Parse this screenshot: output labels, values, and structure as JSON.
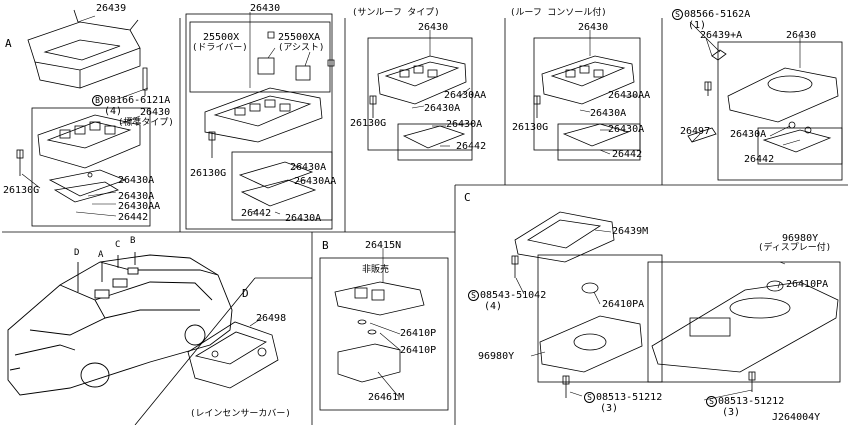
{
  "sections": {
    "a": "A",
    "b": "B",
    "c": "C",
    "d": "D"
  },
  "car_labels": {
    "d": "D",
    "a": "A",
    "c": "C",
    "b": "B"
  },
  "parts": {
    "p26439_a": "26439",
    "p08166": "08166-6121A",
    "p08166_qty": "(4)",
    "p26430_a": "26430",
    "p26430_a_note": "(標準タイプ)",
    "p26130g_a": "26130G",
    "p26430a_a": "26430A",
    "p26430a_a2": "26430A",
    "p26430aa_a": "26430AA",
    "p26442_a": "26442",
    "p26430_m": "26430",
    "p25500x": "25500X",
    "p25500x_note": "(ドライバー)",
    "p25500xa": "25500XA",
    "p25500xa_note": "(アシスト)",
    "p26130g_m": "26130G",
    "p26430a_m": "26430A",
    "p26430aa_m": "26430AA",
    "p26442_m": "26442",
    "p26430a_m2": "26430A",
    "sunroof_heading": "(サンルーフ タイプ)",
    "p26430_s": "26430",
    "p26430aa_s": "26430AA",
    "p26430a_s": "26430A",
    "p26130g_s": "26130G",
    "p26430a_s2": "26430A",
    "p26442_s": "26442",
    "console_heading": "(ルーフ コンソール付)",
    "p26430_c": "26430",
    "p26430aa_c": "26430AA",
    "p26430a_c": "26430A",
    "p26130g_c": "26130G",
    "p26430a_c2": "26430A",
    "p26442_c": "26442",
    "p08566": "08566-5162A",
    "p08566_qty": "(1)",
    "p26439a_r": "26439+A",
    "p26430_r": "26430",
    "p26497": "26497",
    "p26430a_r": "26430A",
    "p26442_r": "26442",
    "p26415n": "26415N",
    "hihanbai": "非販売",
    "p26410p_1": "26410P",
    "p26410p_2": "26410P",
    "p26461m": "26461M",
    "p26498": "26498",
    "rain_sensor_cover": "(レインセンサーカバー)",
    "p26439m": "26439M",
    "p96980y_r": "96980Y",
    "display_note": "(ディスプレー付)",
    "p08543": "08543-51042",
    "p08543_qty": "(4)",
    "p26410pa_l": "26410PA",
    "p26410pa_r": "26410PA",
    "p96980y_l": "96980Y",
    "p08513_l": "08513-51212",
    "p08513_l_qty": "(3)",
    "p08513_r": "08513-51212",
    "p08513_r_qty": "(3)",
    "diagram_id": "J264004Y"
  },
  "symbols": {
    "b": "B",
    "s": "S"
  }
}
